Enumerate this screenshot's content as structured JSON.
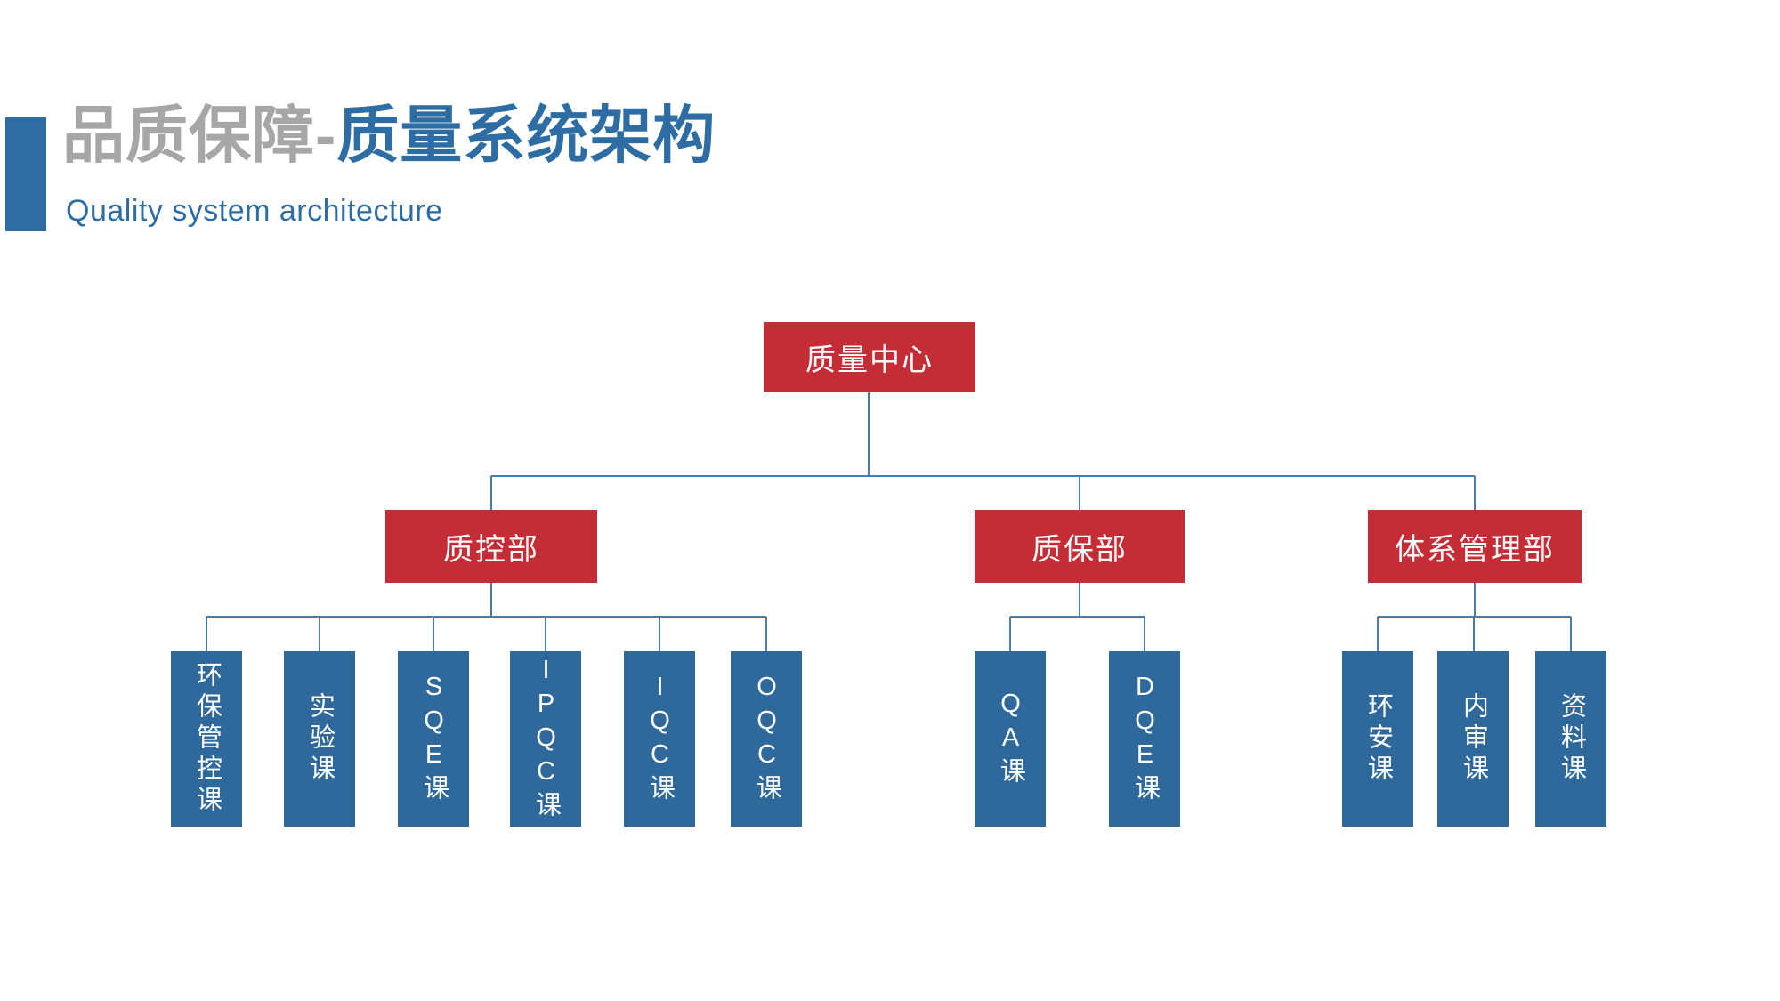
{
  "slide": {
    "title_gray": "品质保障-",
    "title_blue": "质量系统架构",
    "subtitle": "Quality system architecture"
  },
  "colors": {
    "accent_blue": "#2E6DA4",
    "title_gray": "#A6A6A6",
    "box_red": "#C42D36",
    "box_blue": "#2F689B",
    "line_blue": "#4A7CAB",
    "box_text": "#FFFFFF",
    "background": "#FFFFFF"
  },
  "org_chart": {
    "root": {
      "label": "质量中心"
    },
    "departments": [
      {
        "label": "质控部",
        "children": [
          {
            "label": "环保管控课"
          },
          {
            "label": "实验课"
          },
          {
            "label": "SQE课"
          },
          {
            "label": "IPQC课"
          },
          {
            "label": "IQC课"
          },
          {
            "label": "OQC课"
          }
        ]
      },
      {
        "label": "质保部",
        "children": [
          {
            "label": "QA课"
          },
          {
            "label": "DQE课"
          }
        ]
      },
      {
        "label": "体系管理部",
        "children": [
          {
            "label": "环安课"
          },
          {
            "label": "内审课"
          },
          {
            "label": "资料课"
          }
        ]
      }
    ]
  }
}
